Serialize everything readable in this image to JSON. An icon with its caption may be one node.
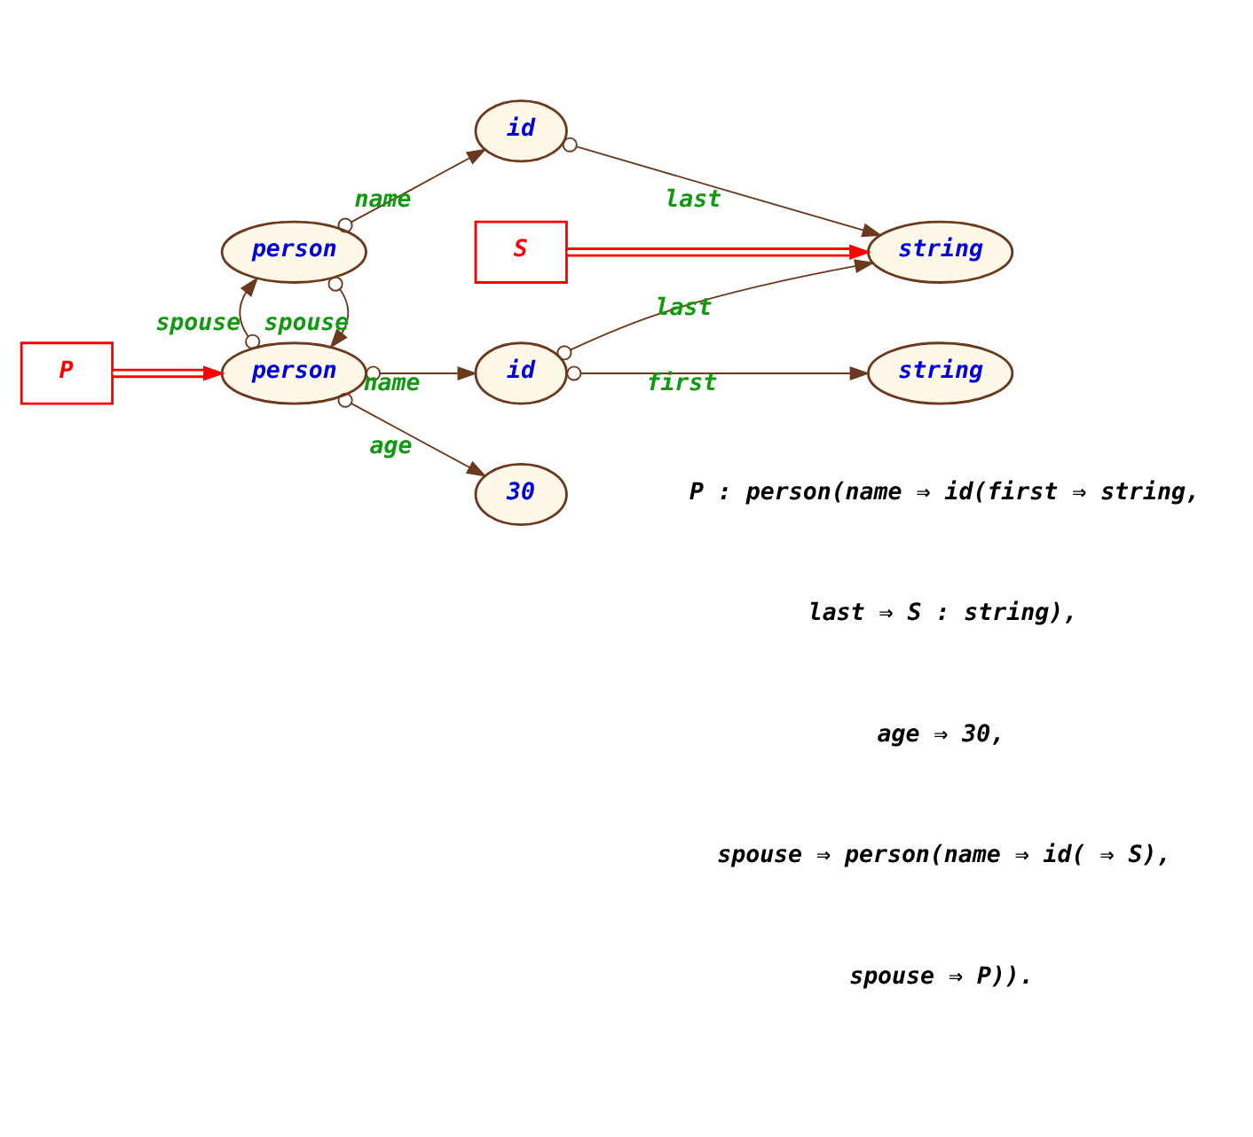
{
  "diagram": {
    "nodes": [
      {
        "text": [
          "P"
        ]
      },
      {
        "text": [
          "person"
        ]
      },
      {
        "text": [
          "id"
        ]
      },
      {
        "text": [
          "string"
        ]
      },
      {
        "text": [
          "S"
        ]
      },
      {
        "text": [
          "string"
        ]
      },
      {
        "text": [
          "30"
        ]
      },
      {
        "text": [
          "person"
        ]
      },
      {
        "text": [
          "id"
        ]
      }
    ],
    "edges": [
      {
        "from": 0,
        "to": 1,
        "arrow": "to",
        "color": "#ff0000"
      },
      {
        "from": 1,
        "to": 2,
        "arrow": "to",
        "label": "name"
      },
      {
        "from": 2,
        "to": 3,
        "arrow": "to",
        "label": "first"
      },
      {
        "from": 2,
        "to": 5,
        "arrow": "to",
        "label": "last"
      },
      {
        "from": 4,
        "to": 5,
        "arrow": "to",
        "color": "#ff0000"
      },
      {
        "from": 1,
        "to": 6,
        "arrow": "to",
        "label": "age"
      },
      {
        "from": 7,
        "to": 1,
        "arrow": "to",
        "label": "spouse"
      },
      {
        "from": 1,
        "to": 7,
        "arrow": "to",
        "label": "spouse"
      },
      {
        "from": 7,
        "to": 8,
        "arrow": "to",
        "label": "name"
      },
      {
        "from": 8,
        "to": 5,
        "arrow": "to",
        "label": "last"
      }
    ],
    "labels": [
      "P : person(name ⇒ id(first ⇒ string,",
      "last ⇒ S : string),",
      "age ⇒ 30,",
      "spouse ⇒ person(name ⇒ id( ⇒ S),",
      "spouse ⇒ P))."
    ]
  }
}
